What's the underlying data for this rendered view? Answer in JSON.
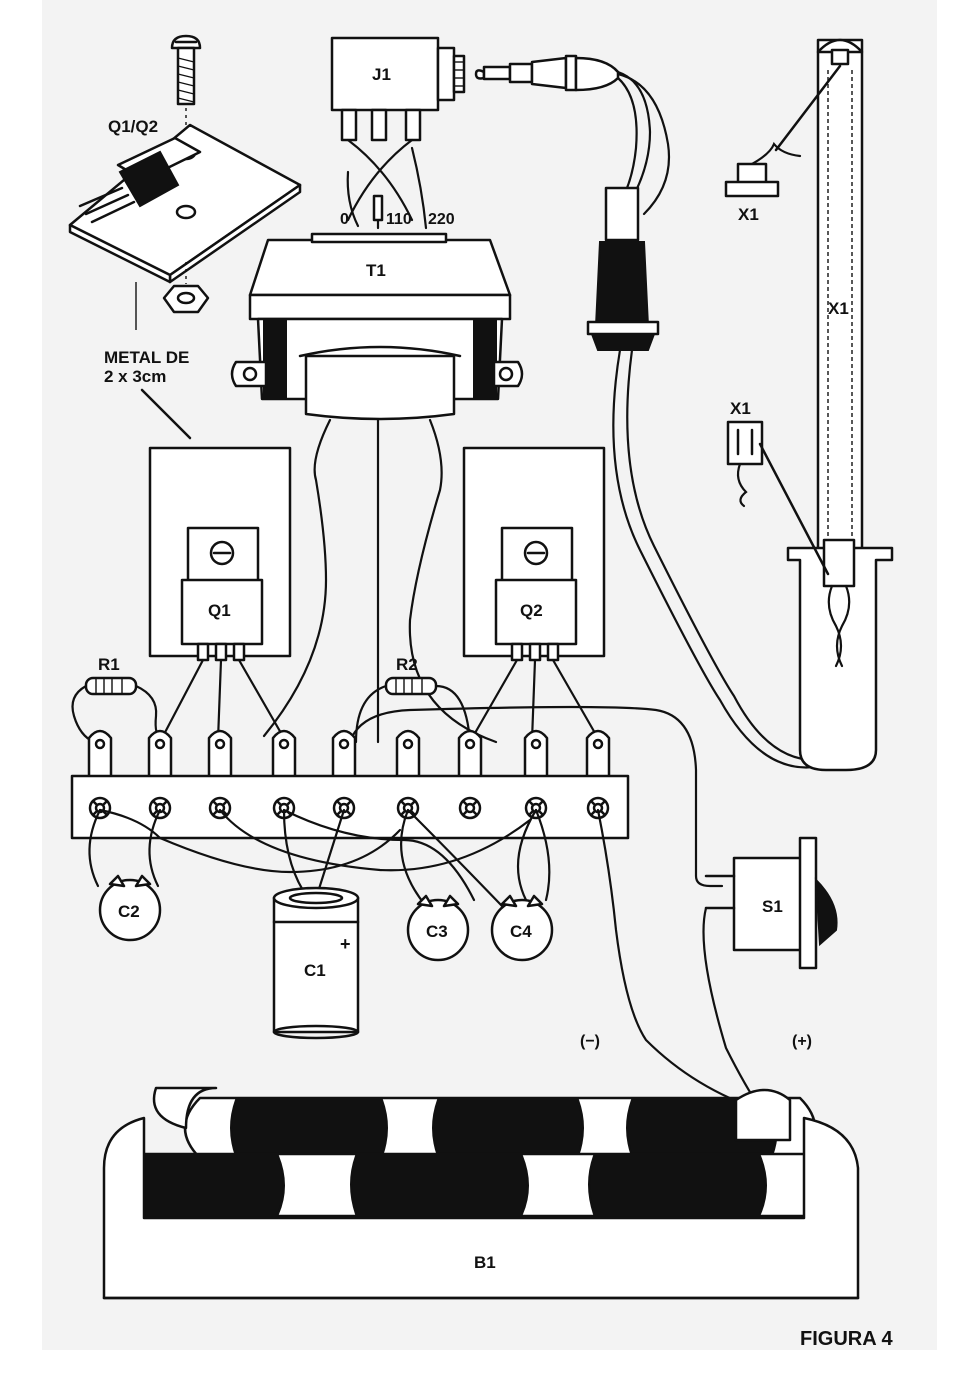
{
  "diagram": {
    "labels": {
      "j1": "J1",
      "q1q2": "Q1/Q2",
      "t1": "T1",
      "tap_0": "0",
      "tap_110": "110",
      "tap_220": "220",
      "x1_top": "X1",
      "x1_mid": "X1",
      "x1_bottom": "X1",
      "metal_line1": "METAL DE",
      "metal_line2": "2 x 3cm",
      "q1": "Q1",
      "q2": "Q2",
      "r1": "R1",
      "r2": "R2",
      "c1": "C1",
      "c1_plus": "+",
      "c2": "C2",
      "c3": "C3",
      "c4": "C4",
      "s1": "S1",
      "neg": "(−)",
      "pos": "(+)",
      "b1": "B1",
      "figure": "FIGURA 4"
    }
  }
}
